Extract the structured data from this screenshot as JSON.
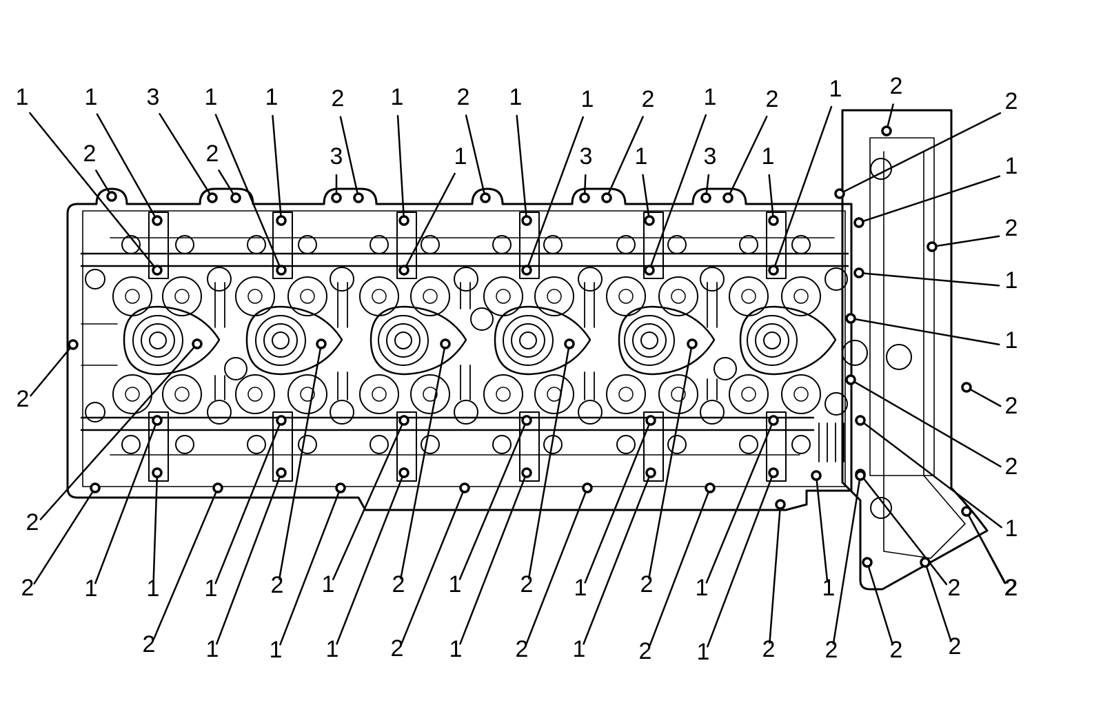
{
  "figure": {
    "background": "#ffffff",
    "ink": "#000000",
    "legend_values": [
      "1",
      "2",
      "3"
    ],
    "callouts": [
      {
        "id": "t01",
        "label": "1"
      },
      {
        "id": "t02",
        "label": "1"
      },
      {
        "id": "t03",
        "label": "3"
      },
      {
        "id": "t04",
        "label": "2"
      },
      {
        "id": "t05",
        "label": "2"
      },
      {
        "id": "t06",
        "label": "1"
      },
      {
        "id": "t07",
        "label": "1"
      },
      {
        "id": "t08",
        "label": "2"
      },
      {
        "id": "t09",
        "label": "3"
      },
      {
        "id": "t10",
        "label": "1"
      },
      {
        "id": "t11",
        "label": "1"
      },
      {
        "id": "t12",
        "label": "2"
      },
      {
        "id": "t13",
        "label": "1"
      },
      {
        "id": "t14",
        "label": "1"
      },
      {
        "id": "t15",
        "label": "3"
      },
      {
        "id": "t16",
        "label": "2"
      },
      {
        "id": "t17",
        "label": "1"
      },
      {
        "id": "t18",
        "label": "1"
      },
      {
        "id": "t19",
        "label": "3"
      },
      {
        "id": "t20",
        "label": "2"
      },
      {
        "id": "t21",
        "label": "1"
      },
      {
        "id": "t22",
        "label": "1"
      },
      {
        "id": "t23",
        "label": "2"
      },
      {
        "id": "r01",
        "label": "2"
      },
      {
        "id": "r02",
        "label": "2"
      },
      {
        "id": "r03",
        "label": "1"
      },
      {
        "id": "r04",
        "label": "2"
      },
      {
        "id": "r05",
        "label": "1"
      },
      {
        "id": "r06",
        "label": "1"
      },
      {
        "id": "r07",
        "label": "2"
      },
      {
        "id": "r08",
        "label": "2"
      },
      {
        "id": "r09",
        "label": "1"
      },
      {
        "id": "l01",
        "label": "2"
      },
      {
        "id": "l02",
        "label": "2"
      },
      {
        "id": "b01",
        "label": "2"
      },
      {
        "id": "b02",
        "label": "1"
      },
      {
        "id": "b03",
        "label": "1"
      },
      {
        "id": "b04",
        "label": "1"
      },
      {
        "id": "b05",
        "label": "2"
      },
      {
        "id": "b06",
        "label": "1"
      },
      {
        "id": "b07",
        "label": "2"
      },
      {
        "id": "b08",
        "label": "1"
      },
      {
        "id": "b09",
        "label": "2"
      },
      {
        "id": "b10",
        "label": "1"
      },
      {
        "id": "b11",
        "label": "2"
      },
      {
        "id": "b12",
        "label": "1"
      },
      {
        "id": "b13",
        "label": "1"
      },
      {
        "id": "b14",
        "label": "1"
      },
      {
        "id": "b15",
        "label": "2"
      },
      {
        "id": "b16",
        "label": "2"
      },
      {
        "id": "b17",
        "label": "2"
      },
      {
        "id": "b18",
        "label": "1"
      },
      {
        "id": "b19",
        "label": "2"
      },
      {
        "id": "b20",
        "label": "1"
      },
      {
        "id": "b21",
        "label": "2"
      },
      {
        "id": "b22",
        "label": "1"
      },
      {
        "id": "b23",
        "label": "2"
      },
      {
        "id": "b24",
        "label": "1"
      },
      {
        "id": "b25",
        "label": "2"
      },
      {
        "id": "b26",
        "label": "2"
      },
      {
        "id": "b27",
        "label": "1"
      },
      {
        "id": "b28",
        "label": "2"
      },
      {
        "id": "b29",
        "label": "2"
      }
    ]
  }
}
